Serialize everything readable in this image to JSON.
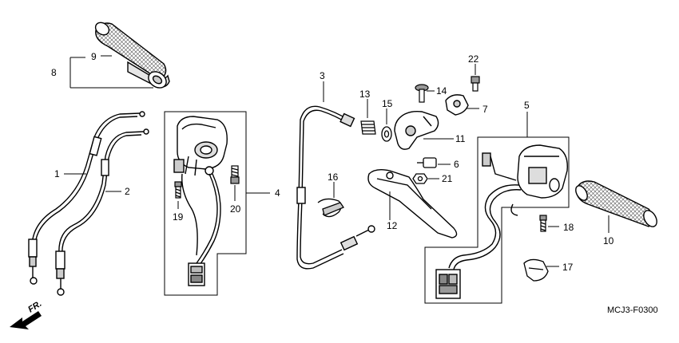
{
  "diagram": {
    "code": "MCJ3-F0300",
    "front_marker": "FR.",
    "callouts": {
      "c1": "1",
      "c2": "2",
      "c3": "3",
      "c4": "4",
      "c5": "5",
      "c6": "6",
      "c7": "7",
      "c8": "8",
      "c9": "9",
      "c10": "10",
      "c11": "11",
      "c12": "12",
      "c13": "13",
      "c14": "14",
      "c15": "15",
      "c16": "16",
      "c17": "17",
      "c18": "18",
      "c19": "19",
      "c20": "20",
      "c21": "21",
      "c22": "22"
    }
  }
}
